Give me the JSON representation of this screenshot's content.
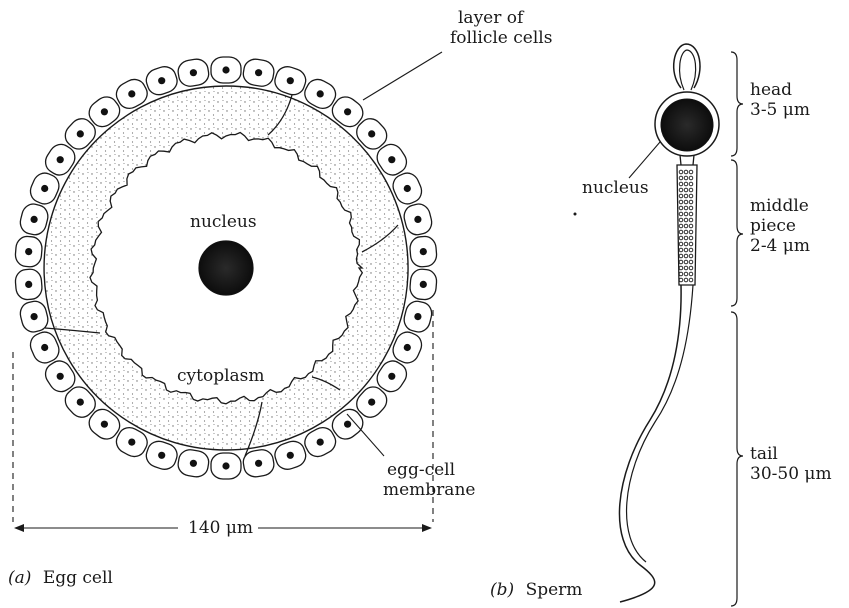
{
  "egg_cell": {
    "label_layer": [
      "layer of",
      "follicle cells"
    ],
    "label_nucleus": "nucleus",
    "label_cytoplasm": "cytoplasm",
    "label_membrane": [
      "egg-cell",
      "membrane"
    ],
    "dimension": "140 μm",
    "caption_letter": "(a)",
    "caption_text": "Egg cell"
  },
  "sperm": {
    "label_nucleus": "nucleus",
    "head": [
      "head",
      "3-5 μm"
    ],
    "middle_piece": [
      "middle",
      "piece",
      "2-4 μm"
    ],
    "tail": [
      "tail",
      "30-50 μm"
    ],
    "caption_letter": "(b)",
    "caption_text": "Sperm"
  },
  "colors": {
    "ink": "#1a1a1a",
    "stipple": "#6a6a6a",
    "paper": "#ffffff"
  }
}
